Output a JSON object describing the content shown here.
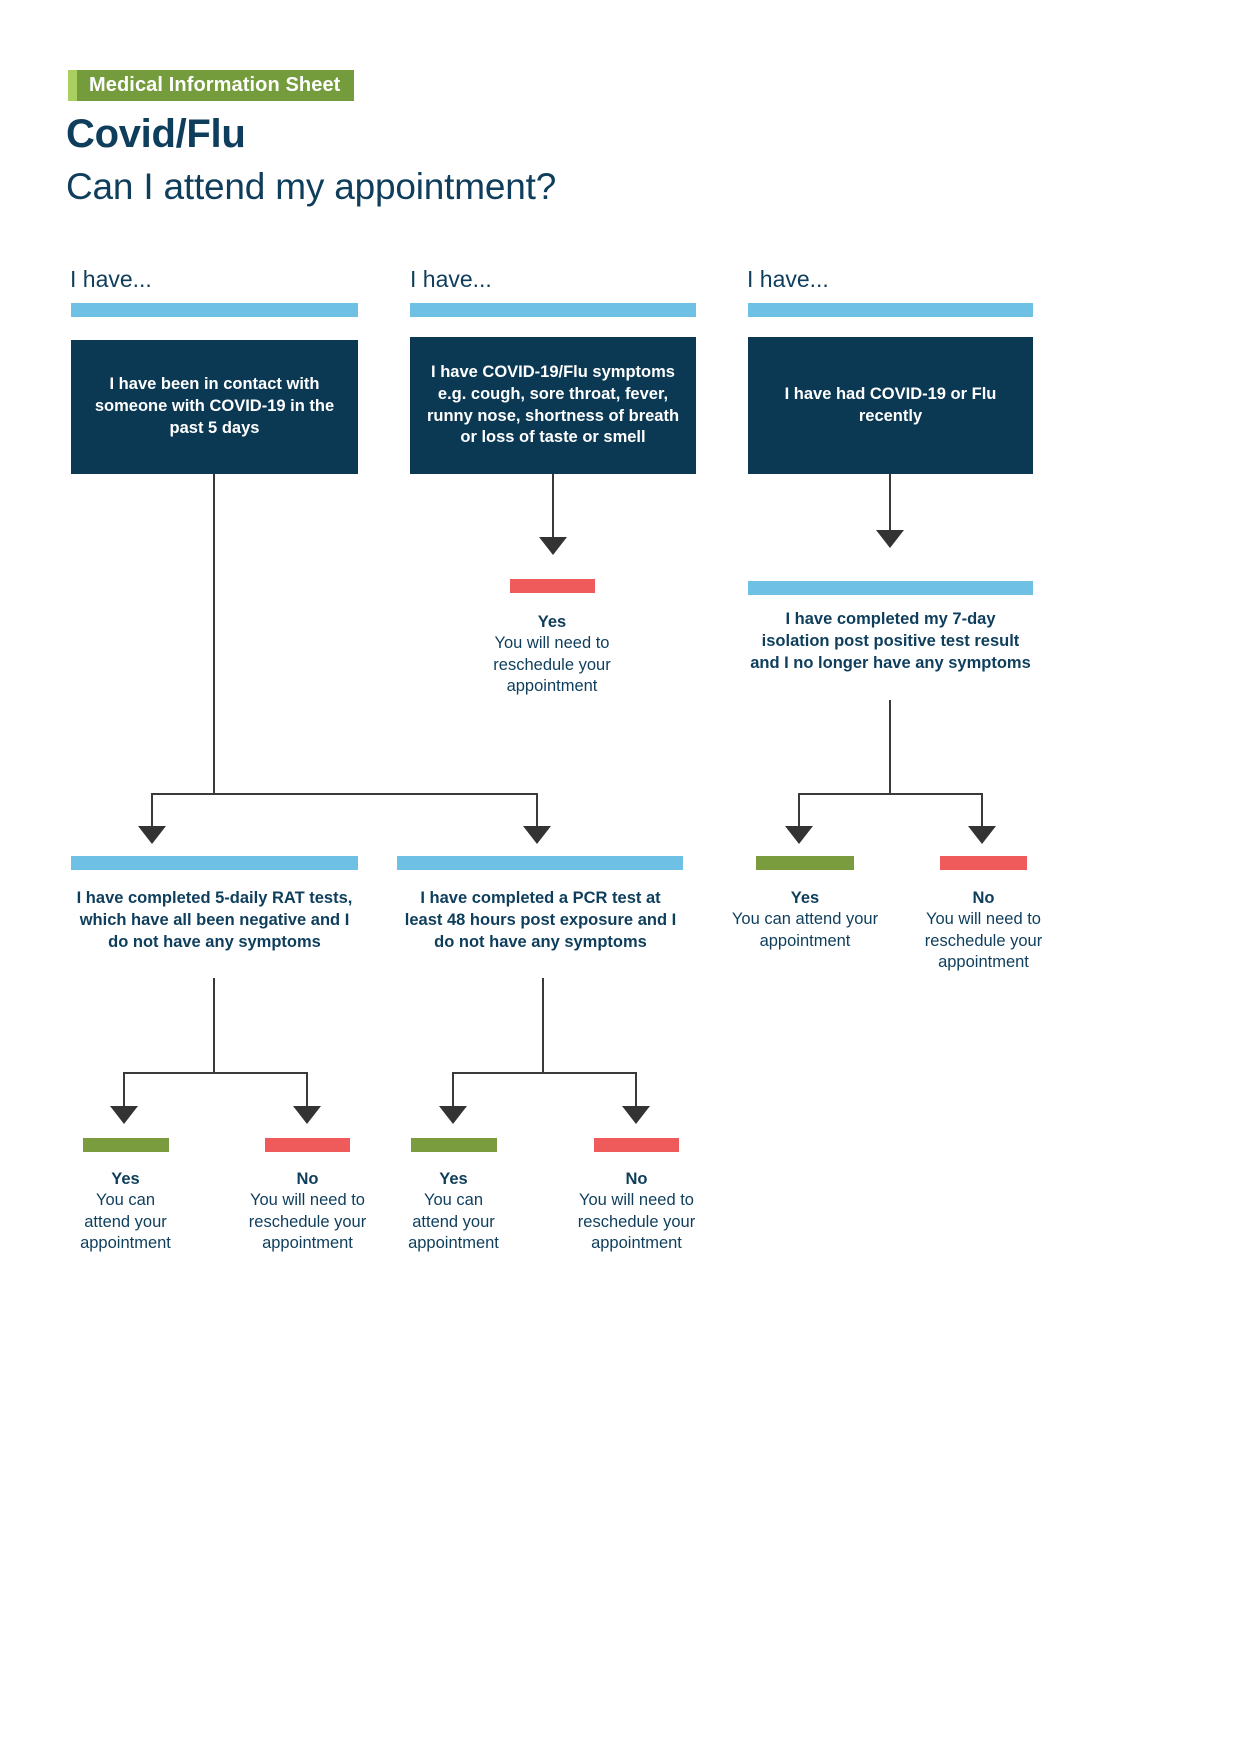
{
  "header": {
    "badge": "Medical Information Sheet",
    "title": "Covid/Flu",
    "subtitle": "Can I attend my appointment?"
  },
  "columns": {
    "left_label": "I have...",
    "middle_label": "I have...",
    "right_label": "I have..."
  },
  "nodes": {
    "contact": "I have been in contact with someone with COVID-19 in the past 5 days",
    "symptoms": "I have COVID-19/Flu symptoms e.g. cough, sore throat, fever, runny nose, shortness of breath or loss of taste or smell",
    "recent": "I have had COVID-19 or Flu recently",
    "isolation": "I have completed my 7-day isolation post positive test result and I no longer have any symptoms",
    "rat": "I have completed 5-daily RAT tests, which have all been negative and I do not have any symptoms",
    "pcr": "I have completed a PCR test at least 48 hours post exposure and I do not have any symptoms"
  },
  "outcomes": {
    "symptoms_yes": {
      "heading": "Yes",
      "detail": "You will need to reschedule your appointment",
      "color": "#ef5a5a"
    },
    "isolation_yes": {
      "heading": "Yes",
      "detail": "You can attend your appointment",
      "color": "#7a9c3f"
    },
    "isolation_no": {
      "heading": "No",
      "detail": "You will need to reschedule your appointment",
      "color": "#ef5a5a"
    },
    "rat_yes": {
      "heading": "Yes",
      "detail": "You can attend your appointment",
      "color": "#7a9c3f"
    },
    "rat_no": {
      "heading": "No",
      "detail": "You will need to reschedule your appointment",
      "color": "#ef5a5a"
    },
    "pcr_yes": {
      "heading": "Yes",
      "detail": "You can attend your appointment",
      "color": "#7a9c3f"
    },
    "pcr_no": {
      "heading": "No",
      "detail": "You will need to reschedule your appointment",
      "color": "#ef5a5a"
    }
  },
  "palette": {
    "navy": "#0b3954",
    "light_blue": "#6ec1e4",
    "green": "#7a9c3f",
    "badge_green": "#749c3c",
    "badge_accent": "#a8cf5f",
    "red": "#ef5a5a",
    "text_navy": "#0e3e5c",
    "connector": "#3a3a3a"
  }
}
